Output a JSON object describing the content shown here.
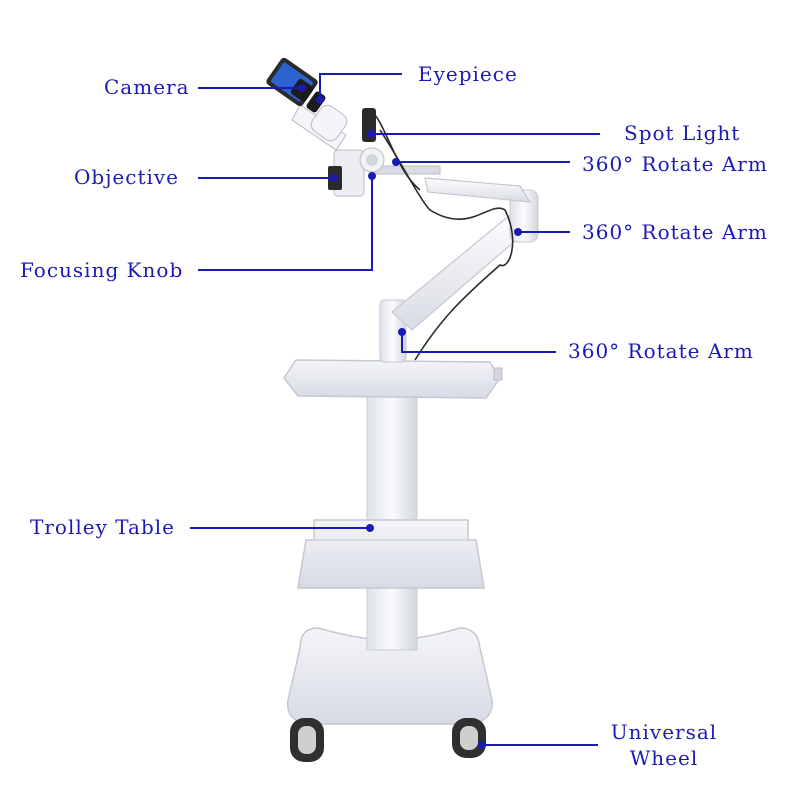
{
  "colors": {
    "label": "#1a1ab5",
    "leader": "#1a1ab5",
    "dot": "#1a1ab5",
    "frame": "#f2f3f7",
    "frame_shade": "#c9ccd6",
    "shelf": "#e9ebf1",
    "wheel": "#3a3a3a",
    "camera": "#1f4fb8",
    "cable": "#2b2b2b"
  },
  "labels": {
    "camera": "Camera",
    "eyepiece": "Eyepiece",
    "spot_light": "Spot Light",
    "objective": "Objective",
    "rotate_arm_1": "360° Rotate Arm",
    "rotate_arm_2": "360° Rotate Arm",
    "focusing_knob": "Focusing Knob",
    "rotate_arm_3": "360° Rotate Arm",
    "trolley_table": "Trolley Table",
    "universal_wheel_line1": "Universal",
    "universal_wheel_line2": "Wheel"
  }
}
